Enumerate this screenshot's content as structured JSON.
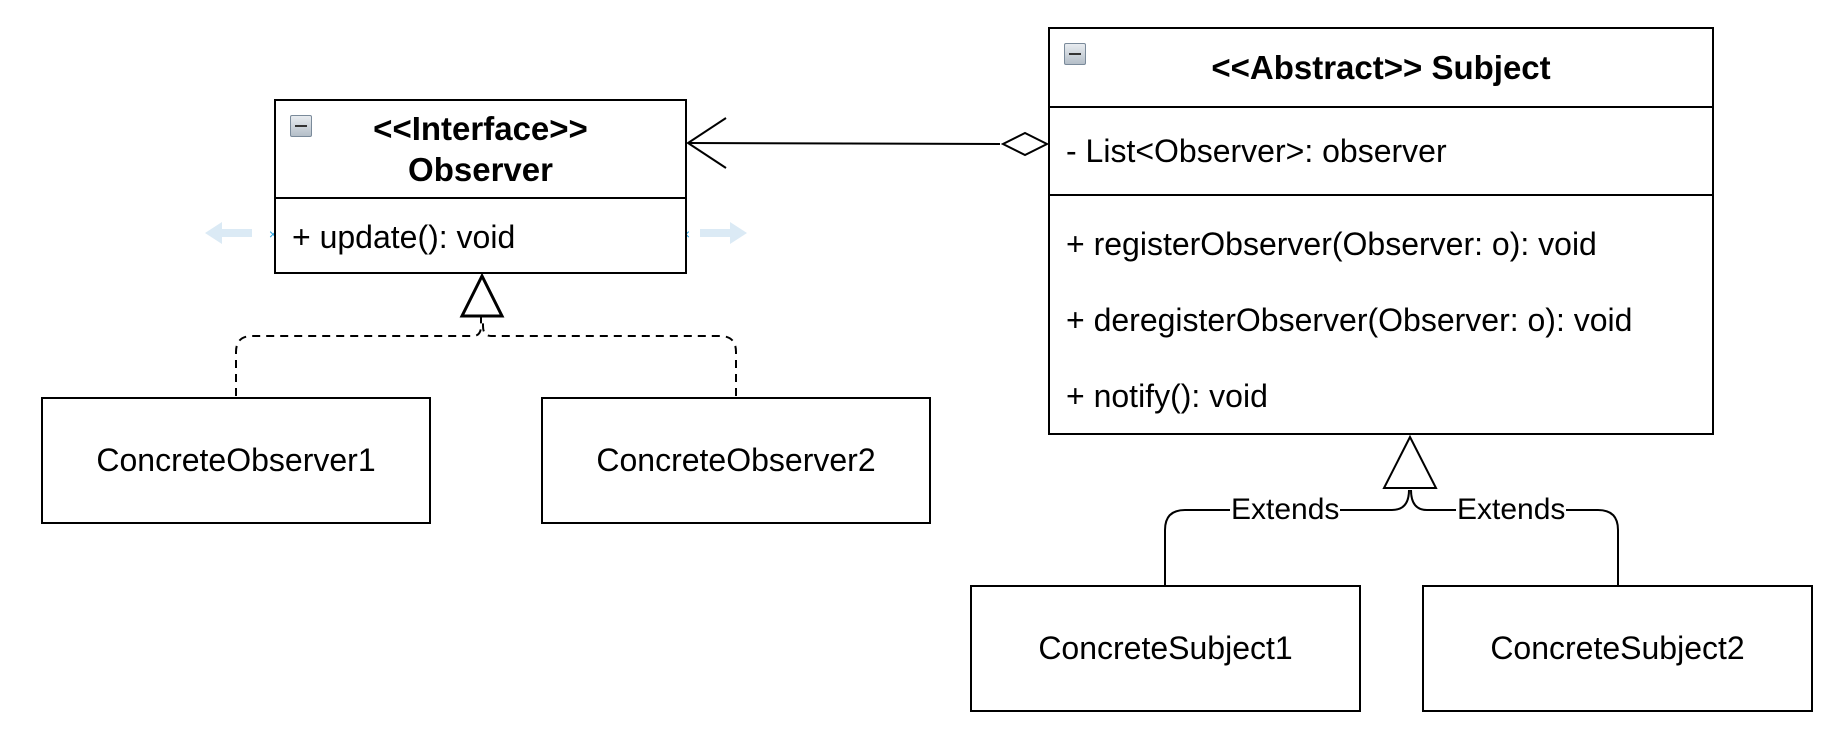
{
  "observer": {
    "stereotype": "<<Interface>>",
    "name": "Observer",
    "members": [
      "+ update(): void"
    ]
  },
  "subject": {
    "title": "<<Abstract>> Subject",
    "attributes": [
      "- List<Observer>: observer"
    ],
    "methods": [
      "+ registerObserver(Observer: o): void",
      "+ deregisterObserver(Observer: o): void",
      "+ notify(): void"
    ]
  },
  "concrete_observers": [
    "ConcreteObserver1",
    "ConcreteObserver2"
  ],
  "concrete_subjects": [
    "ConcreteSubject1",
    "ConcreteSubject2"
  ],
  "edge_labels": {
    "extends_left": "Extends",
    "extends_right": "Extends"
  },
  "colors": {
    "line": "#000000",
    "selection_hint": "#dbeaf5",
    "selection_marker": "#29a5e2"
  }
}
